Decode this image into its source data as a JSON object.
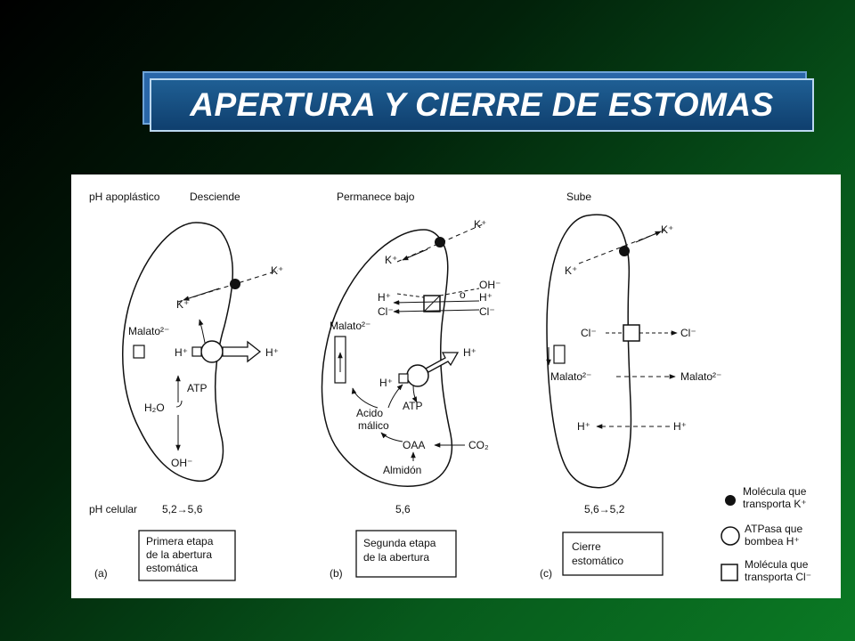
{
  "title": "APERTURA Y CIERRE DE ESTOMAS",
  "header": {
    "ph_apoplastic": "pH apoplástico",
    "col_a": "Desciende",
    "col_b": "Permanece bajo",
    "col_c": "Sube"
  },
  "ions": {
    "k": "K⁺",
    "h": "H⁺",
    "cl": "Cl⁻",
    "oh": "OH⁻",
    "o": "o",
    "malato": "Malato²⁻",
    "atp": "ATP",
    "h2o": "H₂O",
    "acido": "Acido",
    "malico": "málico",
    "oaa": "OAA",
    "co2": "CO₂",
    "almidon": "Almidón"
  },
  "ph_row": {
    "label": "pH celular",
    "a": "5,2→5,6",
    "b": "5,6",
    "c": "5,6→5,2"
  },
  "stages": {
    "a_label": "(a)",
    "a_line1": "Primera etapa",
    "a_line2": "de la abertura",
    "a_line3": "estomática",
    "b_label": "(b)",
    "b_line1": "Segunda etapa",
    "b_line2": "de la abertura",
    "c_label": "(c)",
    "c_line1": "Cierre",
    "c_line2": "estomático"
  },
  "legend": {
    "dot_line1": "Molécula que",
    "dot_line2": "transporta K⁺",
    "circle_line1": "ATPasa que",
    "circle_line2": "bombea H⁺",
    "square_line1": "Molécula que",
    "square_line2": "transporta Cl⁻"
  }
}
